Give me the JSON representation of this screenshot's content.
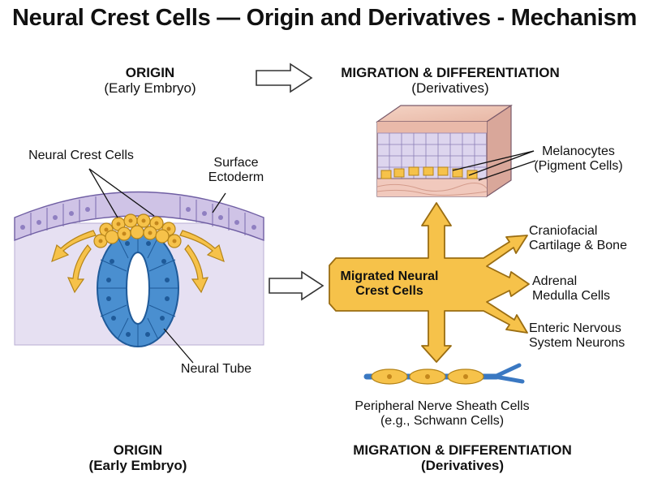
{
  "title": "Neural Crest Cells — Origin and Derivatives - Mechanism",
  "top_left": {
    "heading": "ORIGIN",
    "sub": "(Early Embryo)"
  },
  "top_right": {
    "heading": "MIGRATION & DIFFERENTIATION",
    "sub": "(Derivatives)"
  },
  "bottom_left": {
    "heading": "ORIGIN",
    "sub": "(Early Embryo)"
  },
  "bottom_right": {
    "heading": "MIGRATION & DIFFERENTIATION",
    "sub": "(Derivatives)"
  },
  "labels": {
    "neural_crest_cells": "Neural Crest Cells",
    "surface_ectoderm_1": "Surface",
    "surface_ectoderm_2": "Ectoderm",
    "neural_tube": "Neural Tube",
    "migrated_1": "Migrated Neural",
    "migrated_2": "Crest Cells",
    "melanocytes_1": "Melanocytes",
    "melanocytes_2": "(Pigment Cells)",
    "craniofacial_1": "Craniofacial",
    "craniofacial_2": "Cartilage & Bone",
    "adrenal_1": "Adrenal",
    "adrenal_2": "Medulla Cells",
    "enteric_1": "Enteric Nervous",
    "enteric_2": "System Neurons",
    "peripheral_1": "Peripheral Nerve Sheath Cells",
    "peripheral_2": "(e.g., Schwann Cells)"
  },
  "colors": {
    "crest_yellow": "#f6c24a",
    "crest_outline": "#b58418",
    "tube_blue": "#4a8fd0",
    "tube_dark": "#1f5a99",
    "ectoderm_purple": "#cfc3e6",
    "tissue_lilac": "#e6e0f2"
  }
}
